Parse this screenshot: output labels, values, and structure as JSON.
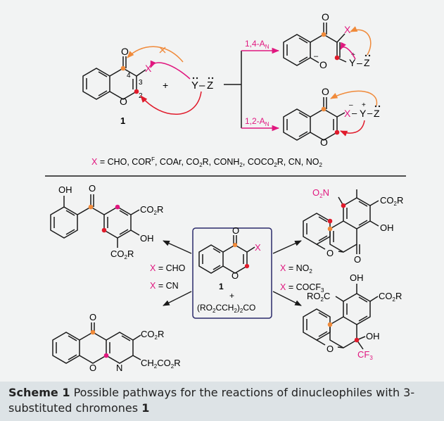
{
  "colors": {
    "magenta": "#e0177f",
    "orange": "#f08a3a",
    "red": "#e01b2b",
    "frame": "#2b2a6a",
    "caption_bg": "#dde3e6"
  },
  "top": {
    "chromone": {
      "O_carbonyl": "O",
      "O_ring": "O",
      "pos4": "4",
      "pos3": "3",
      "pos2": "2",
      "X": "X",
      "compound": "1"
    },
    "plus": "+",
    "nucleophile": {
      "Y": "Y",
      "Z": "Z",
      "dash": "–"
    },
    "pathway_14": "1,4-A",
    "pathway_14_sub": "N",
    "pathway_12": "1,2-A",
    "pathway_12_sub": "N",
    "product_14": {
      "O": "O",
      "O_ring": "O",
      "X": "X",
      "Y": "Y",
      "Z": "Z",
      "minus": "–",
      "plus": "+"
    },
    "product_12": {
      "O": "O",
      "O_ring": "O",
      "X": "X",
      "Y": "Y",
      "Z": "Z",
      "minus": "–",
      "plus": "+"
    },
    "x_list": {
      "X": "X",
      "eq": " = CHO, COR",
      "sup_F": "F",
      "rest1": ", COAr, CO",
      "sub_2a": "2",
      "rest2": "R, CONH",
      "sub_2b": "2",
      "rest3": ", COCO",
      "sub_2c": "2",
      "rest4": "R, CN, NO",
      "sub_2d": "2"
    }
  },
  "center": {
    "O_carbonyl": "O",
    "O_ring": "O",
    "X": "X",
    "compound": "1",
    "plus": "+",
    "reagent_a": "(RO",
    "reagent_sub2": "2",
    "reagent_b": "CCH",
    "reagent_sub2b": "2",
    "reagent_c": ")",
    "reagent_sub2c": "2",
    "reagent_d": "CO"
  },
  "arrows": {
    "cho": {
      "X": "X",
      "rest": " = CHO"
    },
    "cn": {
      "X": "X",
      "rest": " = CN"
    },
    "no2": {
      "X": "X",
      "rest": " = NO",
      "sub": "2"
    },
    "cocf3": {
      "X": "X",
      "rest": " = COCF",
      "sub": "3"
    }
  },
  "products": {
    "top_left": {
      "OH": "OH",
      "O": "O",
      "CO2R_a": "CO",
      "CO2R_a_sub": "2",
      "CO2R_a_R": "R",
      "OH2": "OH",
      "CO2R_b": "CO",
      "CO2R_b_sub": "2",
      "CO2R_b_R": "R"
    },
    "top_right": {
      "O2N": "O",
      "O2N_sub": "2",
      "O2N_N": "N",
      "CO2R": "CO",
      "CO2R_sub": "2",
      "CO2R_R": "R",
      "OH": "OH",
      "O_ring": "O",
      "O_carbonyl": "O"
    },
    "bottom_left": {
      "O": "O",
      "O_ring": "O",
      "N": "N",
      "CO2R": "CO",
      "CO2R_sub": "2",
      "CO2R_R": "R",
      "CH2": "CH",
      "CH2_sub": "2",
      "CO2R2": "CO",
      "CO2R2_sub": "2",
      "CO2R2_R": "R"
    },
    "bottom_right": {
      "OH": "OH",
      "RO2C": "RO",
      "RO2C_sub": "2",
      "RO2C_C": "C",
      "CO2R": "CO",
      "CO2R_sub": "2",
      "CO2R_R": "R",
      "OH2": "OH",
      "O_ring": "O",
      "CF3": "CF",
      "CF3_sub": "3"
    }
  },
  "caption": {
    "label": "Scheme 1",
    "text": "   Possible pathways for the reactions of dinucleophiles with 3-substituted chromones ",
    "bold_ref": "1"
  }
}
